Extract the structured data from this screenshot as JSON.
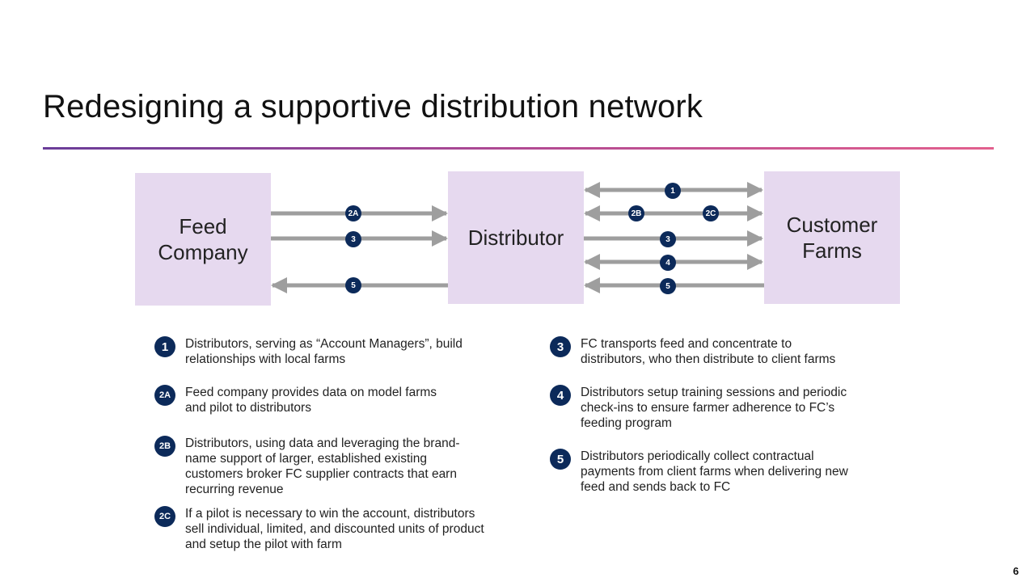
{
  "slide": {
    "title": "Redesigning a supportive distribution network",
    "page_number": "6"
  },
  "diagram": {
    "nodes": {
      "feed_company": [
        "Feed",
        "Company"
      ],
      "distributor": [
        "Distributor"
      ],
      "customer_farms": [
        "Customer",
        "Farms"
      ]
    },
    "arrow_badges": {
      "fc_dist_2a": "2A",
      "fc_dist_3": "3",
      "dist_fc_5": "5",
      "dist_farm_1": "1",
      "dist_farm_2b": "2B",
      "dist_farm_2c": "2C",
      "dist_farm_3": "3",
      "dist_farm_4": "4",
      "farm_dist_5": "5"
    },
    "colors": {
      "box_fill": "#e6d9ef",
      "arrow": "#9e9e9e",
      "badge": "#0c2a5a"
    }
  },
  "legend": [
    {
      "id": "1",
      "lines": [
        "Distributors, serving as “Account Managers”, build",
        "relationships with local farms"
      ]
    },
    {
      "id": "2A",
      "lines": [
        "Feed company provides data on model farms",
        "and pilot to distributors"
      ]
    },
    {
      "id": "2B",
      "lines": [
        "Distributors, using data and leveraging the brand-",
        "name support of larger, established existing",
        "customers broker FC supplier contracts that earn",
        "recurring revenue"
      ]
    },
    {
      "id": "2C",
      "lines": [
        "If a pilot is necessary to win the account, distributors",
        "sell individual, limited, and discounted units of product",
        "and setup the pilot with farm"
      ]
    },
    {
      "id": "3",
      "lines": [
        "FC transports feed and concentrate to",
        "distributors, who then distribute to client farms"
      ]
    },
    {
      "id": "4",
      "lines": [
        "Distributors setup training sessions and periodic",
        "check-ins to ensure farmer adherence to FC’s",
        "feeding program"
      ]
    },
    {
      "id": "5",
      "lines": [
        "Distributors periodically collect contractual",
        "payments from client farms when delivering new",
        "feed and sends back to FC"
      ]
    }
  ]
}
